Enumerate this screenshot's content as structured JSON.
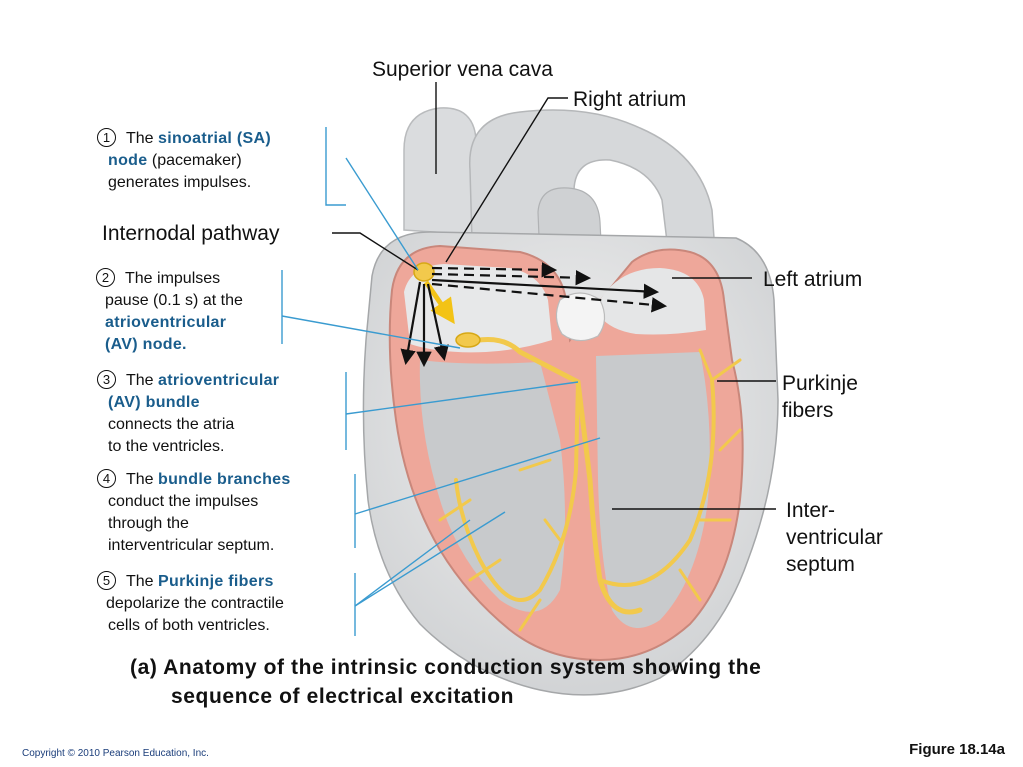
{
  "labels": {
    "superior_vena_cava": "Superior vena cava",
    "right_atrium": "Right atrium",
    "internodal_pathway": "Internodal pathway",
    "left_atrium": "Left atrium",
    "purkinje_fibers": [
      "Purkinje",
      "fibers"
    ],
    "interventricular_septum": [
      "Inter-",
      "ventricular",
      "septum"
    ]
  },
  "steps": [
    {
      "num": "1",
      "pre": "The",
      "kw": "sinoatrial (SA)",
      "kw2": "node",
      "rest": "(pacemaker)",
      "line2": "generates impulses."
    },
    {
      "num": "2",
      "pre": "The impulses",
      "line1": "pause (0.1 s) at the",
      "kw": "atrioventricular",
      "kw2": "(AV) node."
    },
    {
      "num": "3",
      "pre": "The",
      "kw": "atrioventricular",
      "kw2": "(AV) bundle",
      "line1": "connects the atria",
      "line2": "to the ventricles."
    },
    {
      "num": "4",
      "pre": "The",
      "kw": "bundle branches",
      "line1": "conduct the impulses",
      "line2": "through the",
      "line3": "interventricular septum."
    },
    {
      "num": "5",
      "pre": "The",
      "kw": "Purkinje fibers",
      "line1": "depolarize the contractile",
      "line2": "cells of both ventricles."
    }
  ],
  "caption": {
    "line1": "(a) Anatomy of the intrinsic conduction system showing the",
    "line2": "sequence of electrical excitation"
  },
  "footer": {
    "copyright": "Copyright © 2010 Pearson Education, Inc.",
    "figure": "Figure 18.14a"
  },
  "colors": {
    "leader_blue": "#3a9bd0",
    "conduction_yellow": "#f2c94c",
    "myocardium_pink": "#f0a99a",
    "chamber_gray": "#c9cbcd"
  }
}
